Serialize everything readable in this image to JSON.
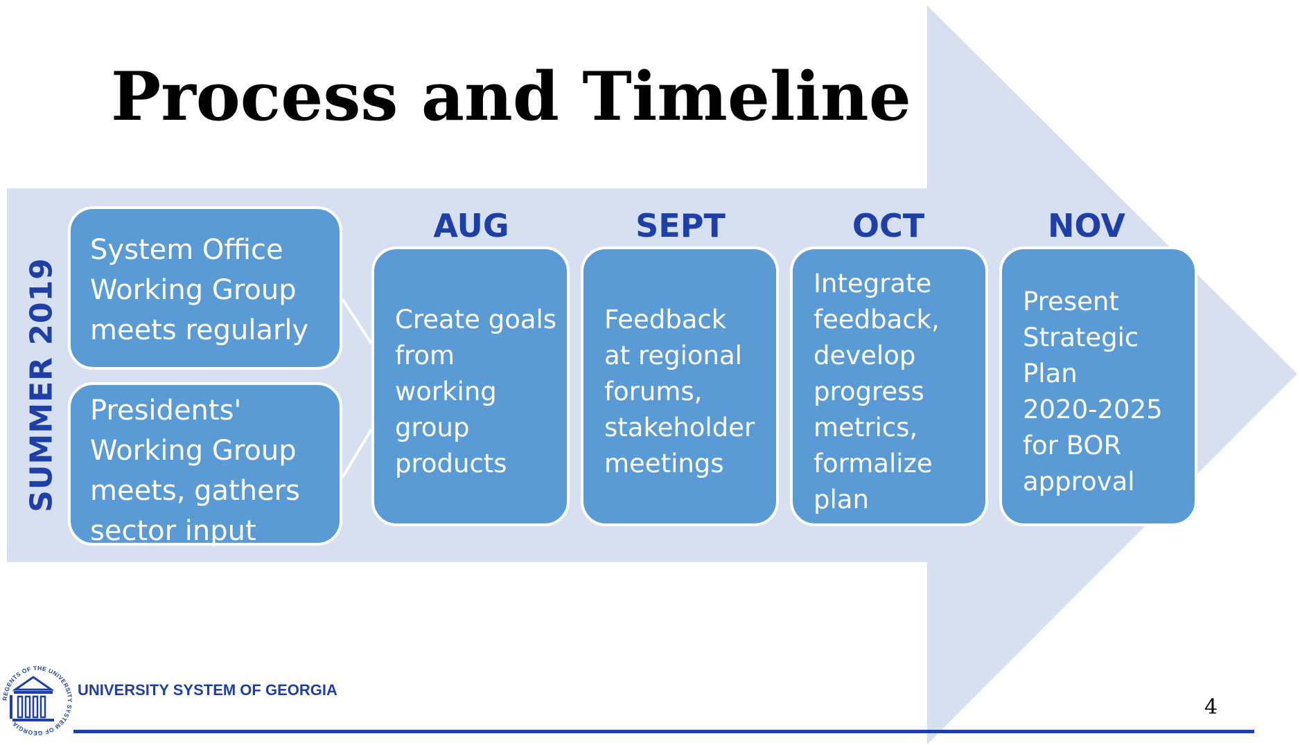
{
  "slide": {
    "title": "Process and Timeline",
    "vertical_label": "SUMMER 2019",
    "page_number": "4"
  },
  "summer_groups": [
    {
      "text": "System Office\nWorking Group\nmeets regularly"
    },
    {
      "text": "Presidents'\nWorking Group\nmeets, gathers\nsector input"
    }
  ],
  "stages": [
    {
      "month": "AUG",
      "text": "Create goals\nfrom\nworking\ngroup\nproducts"
    },
    {
      "month": "SEPT",
      "text": "Feedback\nat regional\nforums,\nstakeholder\nmeetings"
    },
    {
      "month": "OCT",
      "text": "Integrate\nfeedback,\ndevelop\nprogress\nmetrics,\nformalize\nplan"
    },
    {
      "month": "NOV",
      "text": "Present\nStrategic\nPlan\n2020-2025\nfor BOR\napproval"
    }
  ],
  "footer": {
    "organization": "UNIVERSITY SYSTEM OF GEORGIA",
    "seal_text": "REGENTS OF THE UNIVERSITY SYSTEM OF GEORGIA"
  },
  "colors": {
    "arrow": "#d6e0f0",
    "box": "#5b9bd5",
    "month_text": "#1f3fa8",
    "footer_rule": "#1a3fa8"
  }
}
